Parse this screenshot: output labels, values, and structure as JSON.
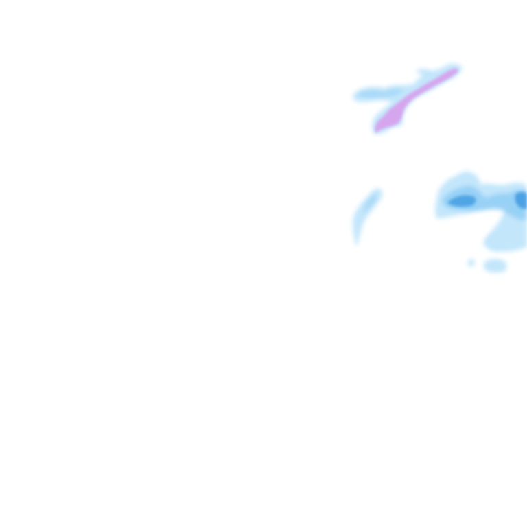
{
  "map": {
    "type": "precipitation-radar-overlay",
    "background_color": "#ffffff",
    "legend": {
      "light_rain_color": "#c3e6fb",
      "moderate_rain_color": "#8fcdf5",
      "heavy_rain_color": "#3f9ae0",
      "mixed_precip_color": "#d5a6ee"
    },
    "echoes": [
      {
        "name": "northern-band",
        "intensity": "light",
        "precip_type": "rain"
      },
      {
        "name": "northern-band-core",
        "intensity": "light",
        "precip_type": "mixed"
      },
      {
        "name": "central-streak",
        "intensity": "light",
        "precip_type": "rain"
      },
      {
        "name": "eastern-cluster",
        "intensity": "moderate",
        "precip_type": "rain"
      },
      {
        "name": "eastern-cluster-core",
        "intensity": "heavy",
        "precip_type": "rain"
      },
      {
        "name": "southeast-fragment",
        "intensity": "light",
        "precip_type": "rain"
      }
    ]
  }
}
